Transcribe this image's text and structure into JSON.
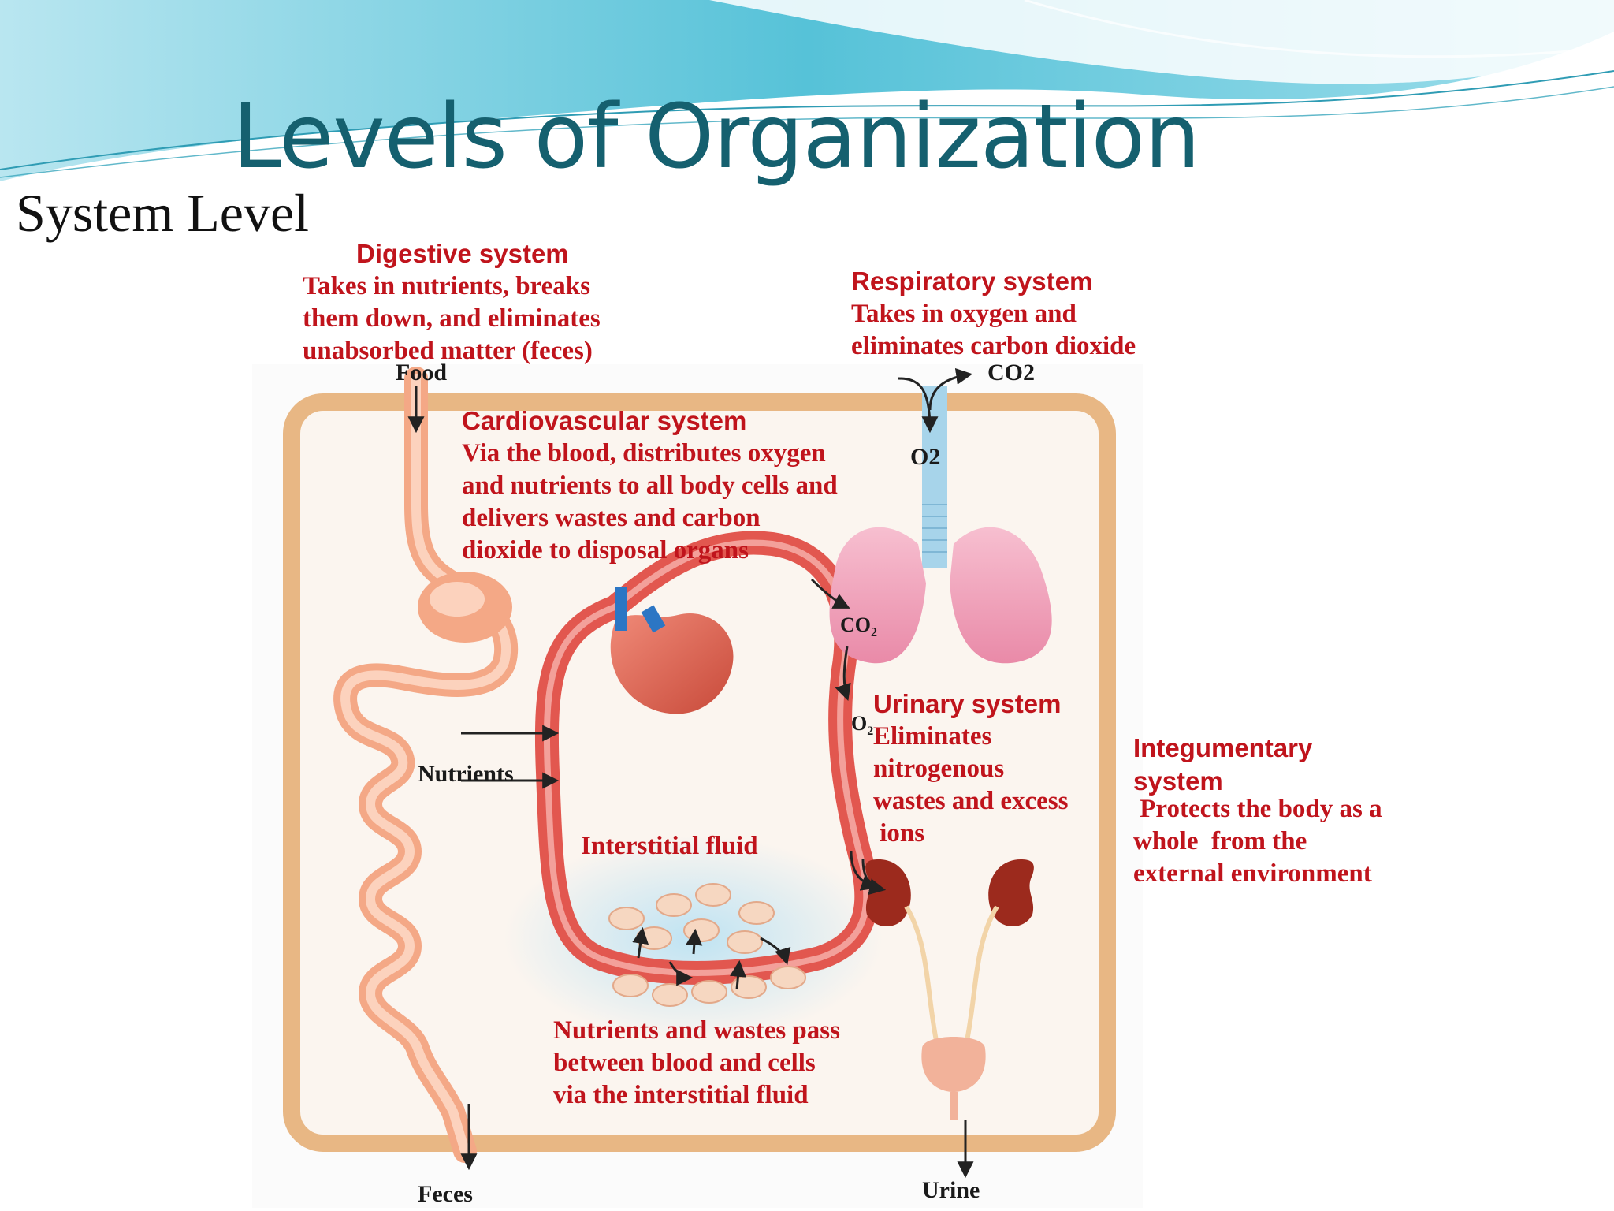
{
  "slide": {
    "title": "Levels of Organization",
    "subtitle": "System Level"
  },
  "systems": {
    "digestive": {
      "title": "Digestive system",
      "description_lines": [
        "Takes in nutrients, breaks",
        "them down, and eliminates",
        "unabsorbed  matter (feces)"
      ]
    },
    "respiratory": {
      "title": "Respiratory system",
      "description_lines": [
        "Takes in oxygen and",
        "eliminates carbon dioxide"
      ]
    },
    "cardiovascular": {
      "title": "Cardiovascular system",
      "description_lines": [
        "Via the blood, distributes oxygen",
        "and nutrients to all body cells and",
        "delivers wastes and carbon",
        "dioxide to disposal organs"
      ]
    },
    "urinary": {
      "title": "Urinary system",
      "description_lines": [
        "Eliminates",
        "nitrogenous",
        "wastes and excess",
        " ions"
      ]
    },
    "integumentary": {
      "title_lines": [
        "Integumentary",
        "system"
      ],
      "description_lines": [
        " Protects the body as a",
        "whole  from the",
        "external environment"
      ]
    }
  },
  "labels": {
    "food": "Food",
    "co2_top": "CO2",
    "o2_top": "O2",
    "co2_lung": "CO",
    "co2_lung_sub": "2",
    "o2_lung": "O",
    "o2_lung_sub": "2",
    "nutrients": "Nutrients",
    "interstitial_fluid": "Interstitial fluid",
    "exchange_lines": [
      "Nutrients and wastes pass",
      "between blood and cells",
      "via the interstitial fluid"
    ],
    "feces": "Feces",
    "urine": "Urine"
  },
  "colors": {
    "title": "#15606f",
    "system_text": "#c0141c",
    "body_outline": "#e8b784",
    "vessel": "#e2574f",
    "lung": "#f2a6bc",
    "gut": "#f4a886",
    "kidney": "#9c2a1d",
    "wave_light": "#bfe8f1",
    "wave_mid": "#7dcfe0",
    "wave_dark": "#3fb4cc"
  }
}
